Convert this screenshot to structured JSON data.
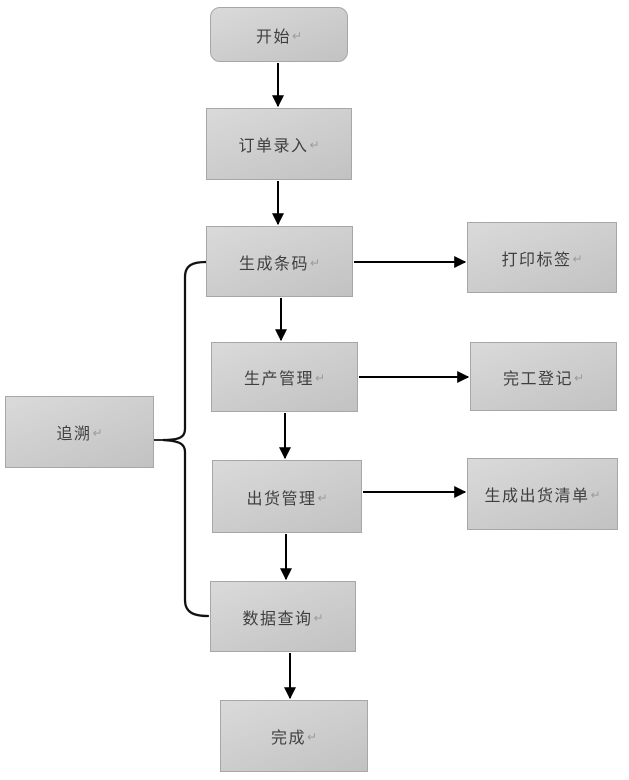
{
  "diagram": {
    "type": "flowchart",
    "nodes": [
      {
        "id": "start",
        "label": "开始",
        "shape": "rounded-rectangle"
      },
      {
        "id": "order-entry",
        "label": "订单录入",
        "shape": "rectangle"
      },
      {
        "id": "generate-barcode",
        "label": "生成条码",
        "shape": "rectangle"
      },
      {
        "id": "print-label",
        "label": "打印标签",
        "shape": "rectangle"
      },
      {
        "id": "production-management",
        "label": "生产管理",
        "shape": "rectangle"
      },
      {
        "id": "completion-registration",
        "label": "完工登记",
        "shape": "rectangle"
      },
      {
        "id": "trace",
        "label": "追溯",
        "shape": "rectangle"
      },
      {
        "id": "shipping-management",
        "label": "出货管理",
        "shape": "rectangle"
      },
      {
        "id": "generate-shipping-list",
        "label": "生成出货清单",
        "shape": "rectangle"
      },
      {
        "id": "data-query",
        "label": "数据查询",
        "shape": "rectangle"
      },
      {
        "id": "finish",
        "label": "完成",
        "shape": "rectangle"
      }
    ],
    "edges": [
      {
        "from": "start",
        "to": "order-entry",
        "style": "arrow-down"
      },
      {
        "from": "order-entry",
        "to": "generate-barcode",
        "style": "arrow-down"
      },
      {
        "from": "generate-barcode",
        "to": "print-label",
        "style": "arrow-right"
      },
      {
        "from": "generate-barcode",
        "to": "production-management",
        "style": "arrow-down"
      },
      {
        "from": "production-management",
        "to": "completion-registration",
        "style": "arrow-right"
      },
      {
        "from": "production-management",
        "to": "shipping-management",
        "style": "arrow-down"
      },
      {
        "from": "shipping-management",
        "to": "generate-shipping-list",
        "style": "arrow-right"
      },
      {
        "from": "shipping-management",
        "to": "data-query",
        "style": "arrow-down"
      },
      {
        "from": "data-query",
        "to": "finish",
        "style": "arrow-down"
      },
      {
        "from": "trace",
        "to": "generate-barcode|production-management|shipping-management|data-query",
        "style": "brace"
      }
    ],
    "marks": {
      "paragraph_return": "↵"
    },
    "colors": {
      "box_fill_light": "#dadada",
      "box_fill_dark": "#c2c2c2",
      "box_border": "#a7a7a7",
      "text": "#3f3f3f",
      "return_mark": "#9b9b9b",
      "line": "#000000",
      "background": "#ffffff"
    }
  }
}
